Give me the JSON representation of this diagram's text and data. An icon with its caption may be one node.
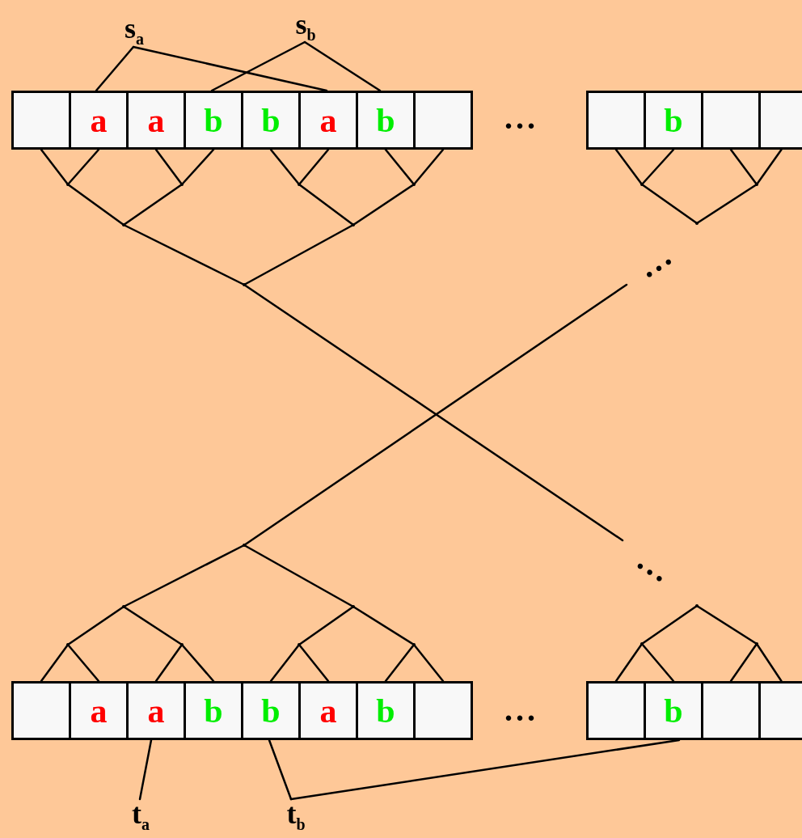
{
  "diagram": {
    "nodes": [
      {
        "text": [
          "s$_{a}$"
        ]
      },
      {
        "text": [
          "s$_{b}$"
        ]
      },
      {
        "text": [],
        "shape": "box"
      },
      {
        "text": [
          "a"
        ]
      },
      {
        "text": [
          "a"
        ]
      },
      {
        "text": [
          "b"
        ]
      },
      {
        "text": [
          "b"
        ]
      },
      {
        "text": [
          "a"
        ]
      },
      {
        "text": [
          "b"
        ]
      },
      {
        "text": [],
        "shape": "box"
      },
      {
        "text": [],
        "shape": "box"
      },
      {
        "text": [
          "b"
        ]
      },
      {
        "text": [],
        "shape": "box"
      },
      {
        "text": [],
        "shape": "box"
      },
      {
        "text": [],
        "shape": "box"
      },
      {
        "text": [
          "a"
        ]
      },
      {
        "text": [
          "a"
        ]
      },
      {
        "text": [
          "b"
        ]
      },
      {
        "text": [
          "b"
        ]
      },
      {
        "text": [
          "a"
        ]
      },
      {
        "text": [
          "b"
        ]
      },
      {
        "text": [],
        "shape": "box"
      },
      {
        "text": [],
        "shape": "box"
      },
      {
        "text": [
          "b"
        ]
      },
      {
        "text": [],
        "shape": "box"
      },
      {
        "text": [],
        "shape": "box"
      },
      {
        "text": [
          "t$_{a}$"
        ]
      },
      {
        "text": [
          "t$_{b}$"
        ]
      },
      {
        "text": [],
        "shape": "point"
      },
      {
        "text": [],
        "shape": "point"
      },
      {
        "text": [],
        "shape": "point"
      },
      {
        "text": [],
        "shape": "point"
      },
      {
        "text": [],
        "shape": "point"
      },
      {
        "text": [],
        "shape": "point"
      },
      {
        "text": [],
        "shape": "point"
      },
      {
        "text": [],
        "shape": "point"
      },
      {
        "text": [],
        "shape": "point"
      },
      {
        "text": [],
        "shape": "point"
      },
      {
        "text": [],
        "shape": "point"
      },
      {
        "text": [],
        "shape": "point"
      },
      {
        "text": [],
        "shape": "point"
      },
      {
        "text": [],
        "shape": "point"
      },
      {
        "text": [],
        "shape": "point"
      },
      {
        "text": [],
        "shape": "point"
      },
      {
        "text": [],
        "shape": "point"
      },
      {
        "text": [],
        "shape": "point"
      },
      {
        "text": [],
        "shape": "point"
      },
      {
        "text": [],
        "shape": "point"
      }
    ],
    "edges": [
      {
        "from": 0,
        "to": 3,
        "arrow": "none"
      },
      {
        "from": 0,
        "to": 7,
        "arrow": "none"
      },
      {
        "from": 1,
        "to": 5,
        "arrow": "none"
      },
      {
        "from": 1,
        "to": 8,
        "arrow": "none"
      },
      {
        "from": 26,
        "to": 16,
        "arrow": "none"
      },
      {
        "from": 27,
        "to": 18,
        "arrow": "none"
      },
      {
        "from": 27,
        "to": 23,
        "arrow": "none"
      },
      {
        "from": 2,
        "to": 28,
        "arrow": "none"
      },
      {
        "from": 3,
        "to": 28,
        "arrow": "none"
      },
      {
        "from": 4,
        "to": 29,
        "arrow": "none"
      },
      {
        "from": 5,
        "to": 29,
        "arrow": "none"
      },
      {
        "from": 6,
        "to": 30,
        "arrow": "none"
      },
      {
        "from": 7,
        "to": 30,
        "arrow": "none"
      },
      {
        "from": 8,
        "to": 31,
        "arrow": "none"
      },
      {
        "from": 9,
        "to": 31,
        "arrow": "none"
      },
      {
        "from": 28,
        "to": 32,
        "arrow": "none"
      },
      {
        "from": 29,
        "to": 32,
        "arrow": "none"
      },
      {
        "from": 30,
        "to": 33,
        "arrow": "none"
      },
      {
        "from": 31,
        "to": 33,
        "arrow": "none"
      },
      {
        "from": 32,
        "to": 34,
        "arrow": "none"
      },
      {
        "from": 33,
        "to": 34,
        "arrow": "none"
      },
      {
        "from": 34,
        "to": null,
        "arrow": "none"
      },
      {
        "from": 10,
        "to": 35,
        "arrow": "none"
      },
      {
        "from": 11,
        "to": 35,
        "arrow": "none"
      },
      {
        "from": 12,
        "to": 36,
        "arrow": "none"
      },
      {
        "from": 13,
        "to": 36,
        "arrow": "none"
      },
      {
        "from": 35,
        "to": 37,
        "arrow": "none"
      },
      {
        "from": 36,
        "to": 37,
        "arrow": "none"
      },
      {
        "from": 14,
        "to": 41,
        "arrow": "none"
      },
      {
        "from": 15,
        "to": 41,
        "arrow": "none"
      },
      {
        "from": 16,
        "to": 42,
        "arrow": "none"
      },
      {
        "from": 17,
        "to": 42,
        "arrow": "none"
      },
      {
        "from": 18,
        "to": 43,
        "arrow": "none"
      },
      {
        "from": 19,
        "to": 43,
        "arrow": "none"
      },
      {
        "from": 20,
        "to": 44,
        "arrow": "none"
      },
      {
        "from": 21,
        "to": 44,
        "arrow": "none"
      },
      {
        "from": 41,
        "to": 39,
        "arrow": "none"
      },
      {
        "from": 42,
        "to": 39,
        "arrow": "none"
      },
      {
        "from": 43,
        "to": 40,
        "arrow": "none"
      },
      {
        "from": 44,
        "to": 40,
        "arrow": "none"
      },
      {
        "from": 39,
        "to": 38,
        "arrow": "none"
      },
      {
        "from": 40,
        "to": 38,
        "arrow": "none"
      },
      {
        "from": 38,
        "to": null,
        "arrow": "none"
      },
      {
        "from": 22,
        "to": 46,
        "arrow": "none"
      },
      {
        "from": 23,
        "to": 46,
        "arrow": "none"
      },
      {
        "from": 24,
        "to": 47,
        "arrow": "none"
      },
      {
        "from": 25,
        "to": 47,
        "arrow": "none"
      },
      {
        "from": 46,
        "to": 45,
        "arrow": "none"
      },
      {
        "from": 47,
        "to": 45,
        "arrow": "none"
      }
    ],
    "labels": [
      "...",
      "...",
      "...",
      "..."
    ]
  }
}
